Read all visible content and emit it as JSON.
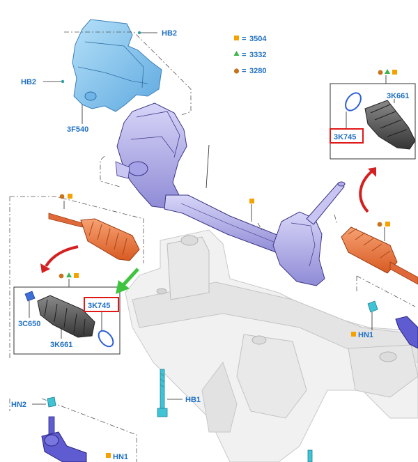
{
  "legend": [
    {
      "symbol": "square",
      "color": "#f5a100",
      "eq": "=",
      "code": "3504"
    },
    {
      "symbol": "triangle",
      "color": "#39b54a",
      "eq": "=",
      "code": "3332"
    },
    {
      "symbol": "circle",
      "color": "#c8731b",
      "eq": "=",
      "code": "3280"
    }
  ],
  "labels": {
    "hb2_top": "HB2",
    "hb2_left": "HB2",
    "shield": "3F540",
    "boot_right_code": "3K661",
    "clamp_right_code": "3K745",
    "clamp_left_code": "3K745",
    "bolt_left_code": "3C650",
    "boot_left_code": "3K661",
    "hn1_right": "HN1",
    "hb1": "HB1",
    "hn2": "HN2",
    "hn1_bottom": "HN1"
  },
  "colors": {
    "label": "#1e6fc2",
    "highlight": "#e01818",
    "arrow_green": "#3ec43e",
    "arrow_red": "#d42020",
    "rack": "#b7b4ee",
    "shield": "#8cc8ee",
    "boot_orange": "#ee7a3c",
    "boot_grey": "#5a5a5a",
    "subframe": "#ededed"
  }
}
